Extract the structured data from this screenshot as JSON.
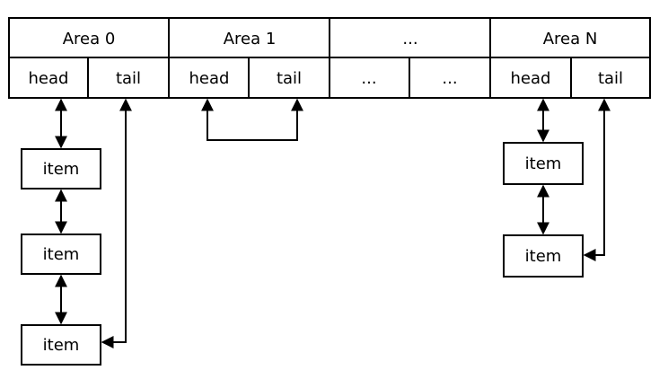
{
  "areas": [
    {
      "label": "Area 0",
      "head": "head",
      "tail": "tail"
    },
    {
      "label": "Area 1",
      "head": "head",
      "tail": "tail"
    },
    {
      "label": "...",
      "head": "...",
      "tail": "..."
    },
    {
      "label": "Area N",
      "head": "head",
      "tail": "tail"
    }
  ],
  "item_label": "item",
  "colors": {
    "stroke": "#000000",
    "fill": "#ffffff",
    "text": "#000000"
  }
}
